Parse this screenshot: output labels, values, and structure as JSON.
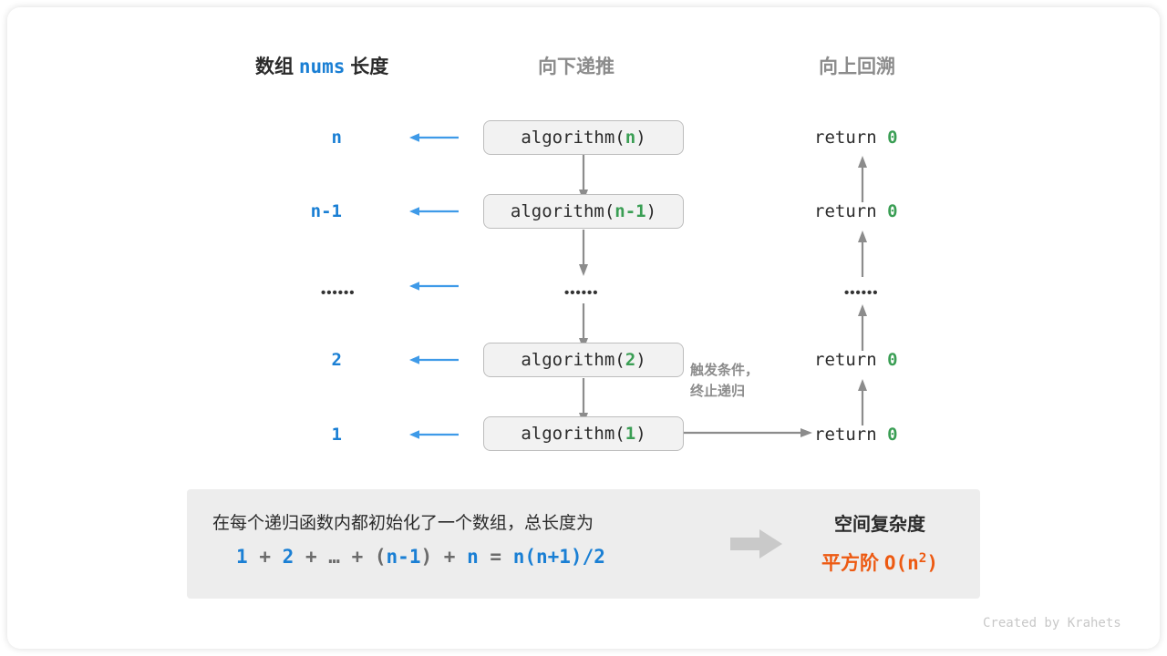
{
  "headers": {
    "left_prefix": "数组",
    "left_code": "nums",
    "left_suffix": "长度",
    "middle": "向下递推",
    "right": "向上回溯"
  },
  "rows": [
    {
      "length": "n",
      "call_prefix": "algorithm(",
      "call_arg": "n",
      "call_suffix": ")",
      "return_text": "return ",
      "return_value": "0",
      "is_dots": false
    },
    {
      "length": "n-1",
      "call_prefix": "algorithm(",
      "call_arg": "n-1",
      "call_suffix": ")",
      "return_text": "return ",
      "return_value": "0",
      "is_dots": false
    },
    {
      "length": "••••••",
      "call_prefix": "",
      "call_arg": "",
      "call_suffix": "",
      "return_text": "",
      "return_value": "",
      "is_dots": true,
      "dots": "••••••"
    },
    {
      "length": "2",
      "call_prefix": "algorithm(",
      "call_arg": "2",
      "call_suffix": ")",
      "return_text": "return ",
      "return_value": "0",
      "is_dots": false
    },
    {
      "length": "1",
      "call_prefix": "algorithm(",
      "call_arg": "1",
      "call_suffix": ")",
      "return_text": "return ",
      "return_value": "0",
      "is_dots": false
    }
  ],
  "annotation": {
    "line1": "触发条件，",
    "line2": "终止递归"
  },
  "summary": {
    "description": "在每个递归函数内都初始化了一个数组，总长度为",
    "formula_tokens": [
      {
        "t": "1",
        "k": "val"
      },
      {
        "t": "+",
        "k": "op"
      },
      {
        "t": "2",
        "k": "val"
      },
      {
        "t": "+",
        "k": "op"
      },
      {
        "t": "…",
        "k": "op"
      },
      {
        "t": "+",
        "k": "op"
      },
      {
        "t": "(",
        "k": "op"
      },
      {
        "t": "n-1",
        "k": "val"
      },
      {
        "t": ")",
        "k": "op"
      },
      {
        "t": "+",
        "k": "op"
      },
      {
        "t": "n",
        "k": "val"
      },
      {
        "t": "=",
        "k": "op"
      },
      {
        "t": "n(n+1)/2",
        "k": "val"
      }
    ],
    "result_title": "空间复杂度",
    "result_label": "平方阶",
    "result_notation_base": "O(n",
    "result_notation_exp": "2",
    "result_notation_tail": ")"
  },
  "credit": "Created by Krahets",
  "colors": {
    "blue": "#1a7fd4",
    "green": "#3a9e54",
    "orange": "#ed5a12",
    "gray": "#8c8c8c",
    "panel": "#ededed",
    "box_bg": "#f2f2f2",
    "box_border": "#bdbdbd",
    "arrow_blue": "#3e9ae8",
    "arrow_gray": "#8c8c8c"
  }
}
